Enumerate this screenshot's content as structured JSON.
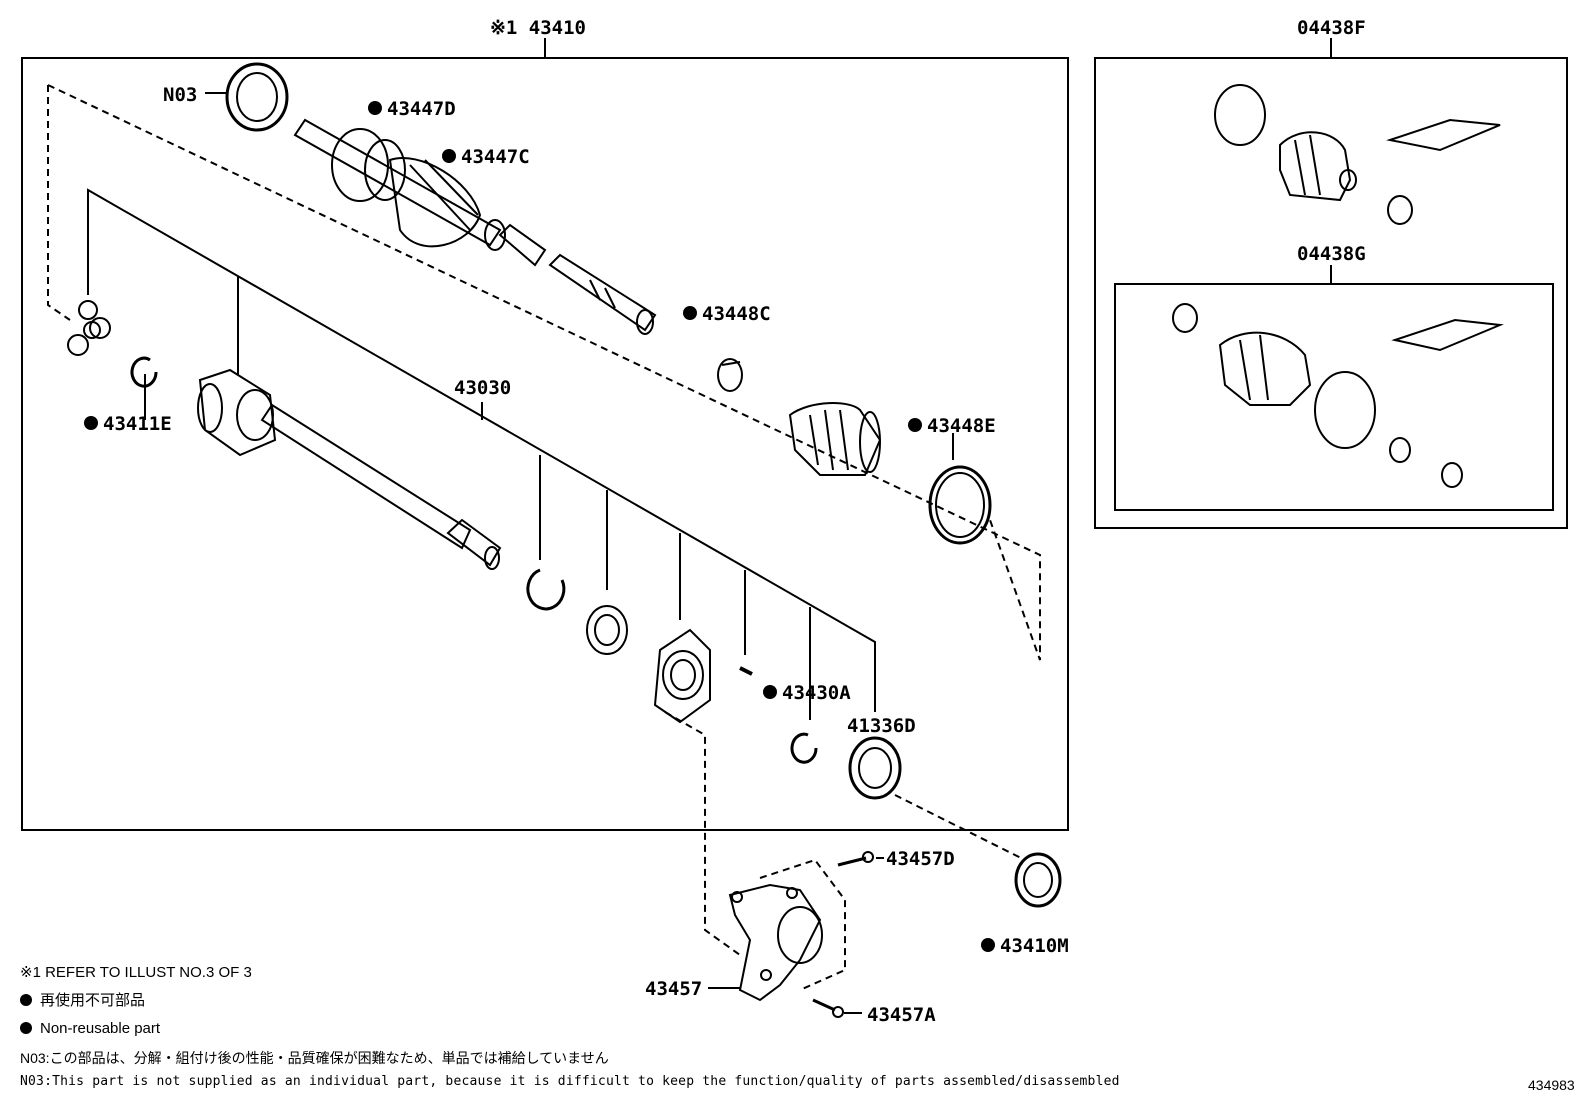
{
  "labels": {
    "assy_top": "※1 43410",
    "n03": "N03",
    "p43447D": "43447D",
    "p43447C": "43447C",
    "p43448C": "43448C",
    "p43030": "43030",
    "p43411E": "43411E",
    "p43448E": "43448E",
    "p43430A": "43430A",
    "p41336D": "41336D",
    "p43457D": "43457D",
    "p43410M": "43410M",
    "p43457": "43457",
    "p43457A": "43457A",
    "p04438F": "04438F",
    "p04438G": "04438G"
  },
  "notes": {
    "refer": "※1 REFER TO ILLUST NO.3 OF 3",
    "legend_jp": "再使用不可部品",
    "legend_en": "Non-reusable part",
    "n03_jp": "N03:この部品は、分解・組付け後の性能・品質確保が困難なため、単品では補給していません",
    "n03_en": "N03:This part is not supplied as an individual part, because it is difficult to keep the function/quality of parts assembled/disassembled",
    "illust_no": "434983"
  },
  "icons": {
    "non_reusable_marker": "filled-circle"
  }
}
